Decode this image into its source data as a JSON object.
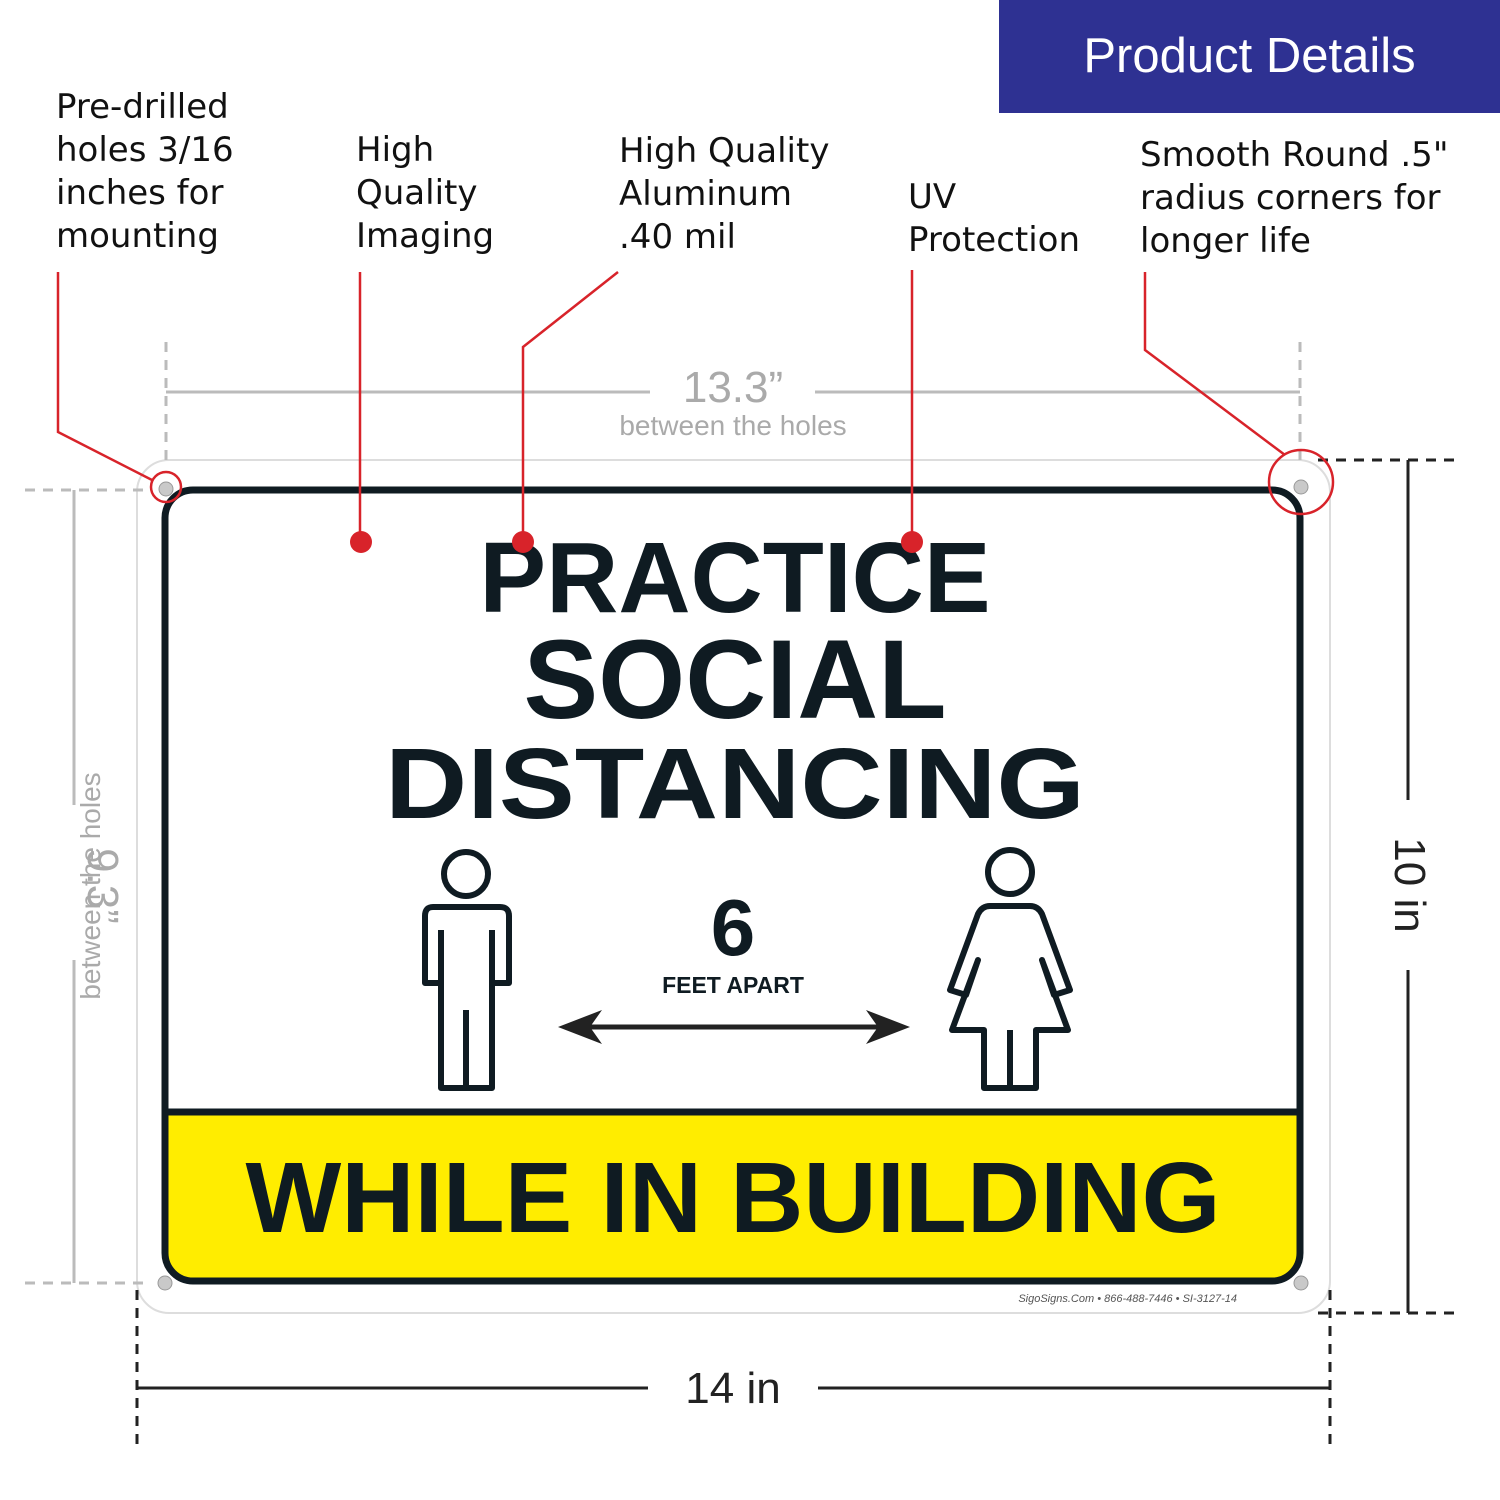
{
  "banner": {
    "title": "Product Details",
    "color": "#2e3192"
  },
  "features": [
    {
      "text": "Pre-drilled\nholes 3/16\ninches for\nmounting"
    },
    {
      "text": "High\nQuality\nImaging"
    },
    {
      "text": "High Quality\nAluminum\n.40 mil"
    },
    {
      "text": "UV\nProtection"
    },
    {
      "text": "Smooth Round .5\"\nradius corners for\nlonger life"
    }
  ],
  "dimensions": {
    "hole_width": {
      "value": "13.3”",
      "note": "between the holes"
    },
    "hole_height": {
      "value": "9.3”",
      "note": "between the holes"
    },
    "sign_width": "14 in",
    "sign_height": "10 in"
  },
  "sign": {
    "line1": "PRACTICE",
    "line2": "SOCIAL",
    "line3": "DISTANCING",
    "distance_number": "6",
    "distance_unit": "FEET APART",
    "banner_text": "WHILE IN BUILDING",
    "footer": "SigoSigns.Com • 866-488-7446 • SI-3127-14",
    "banner_color": "#ffed00",
    "ink_color": "#0f1b22"
  },
  "callout_color": "#d8232a"
}
